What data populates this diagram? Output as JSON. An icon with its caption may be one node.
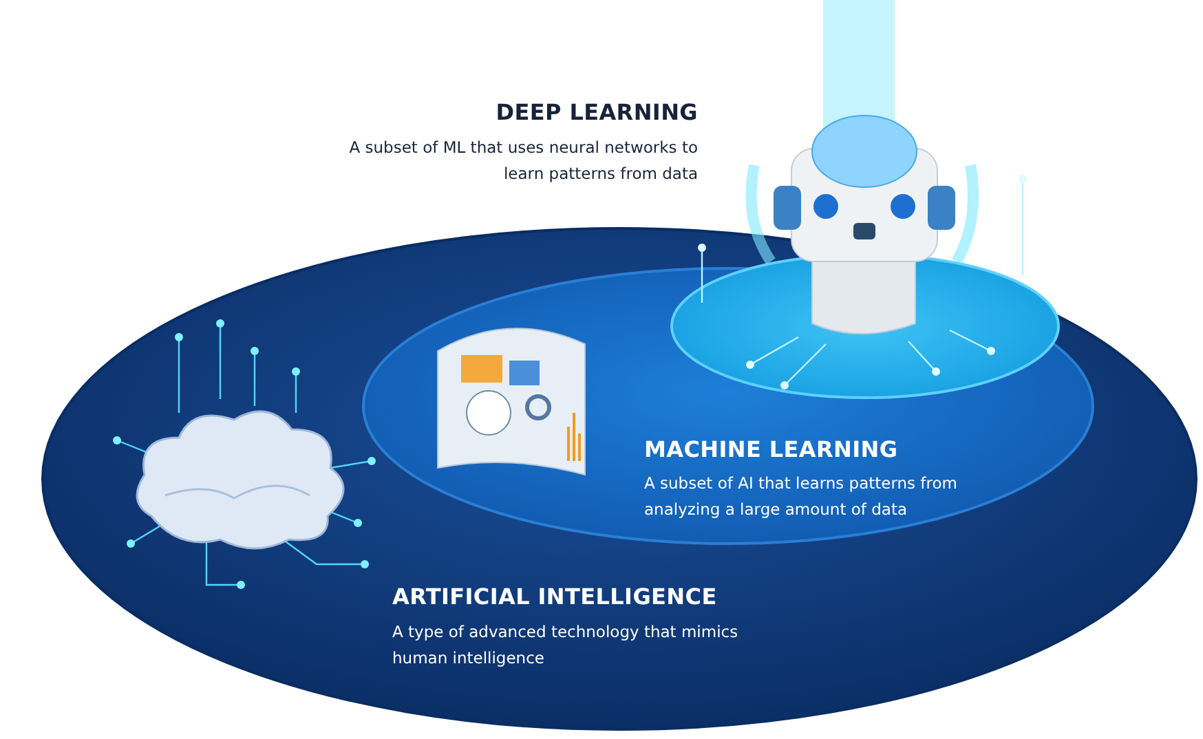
{
  "diagram": {
    "nodes": [
      {
        "text": [
          "ARTIFICIAL INTELLIGENCE",
          "A type of advanced technology that mimics human intelligence"
        ]
      },
      {
        "text": [
          "MACHINE LEARNING",
          "A subset of AI that learns patterns from analyzing a large amount of data"
        ],
        "in": 0
      },
      {
        "text": [],
        "shape": "ellipse",
        "beside": [
          "DEEP LEARNING",
          "A subset of ML that uses neural networks to learn patterns from data"
        ],
        "in": 1
      }
    ]
  }
}
